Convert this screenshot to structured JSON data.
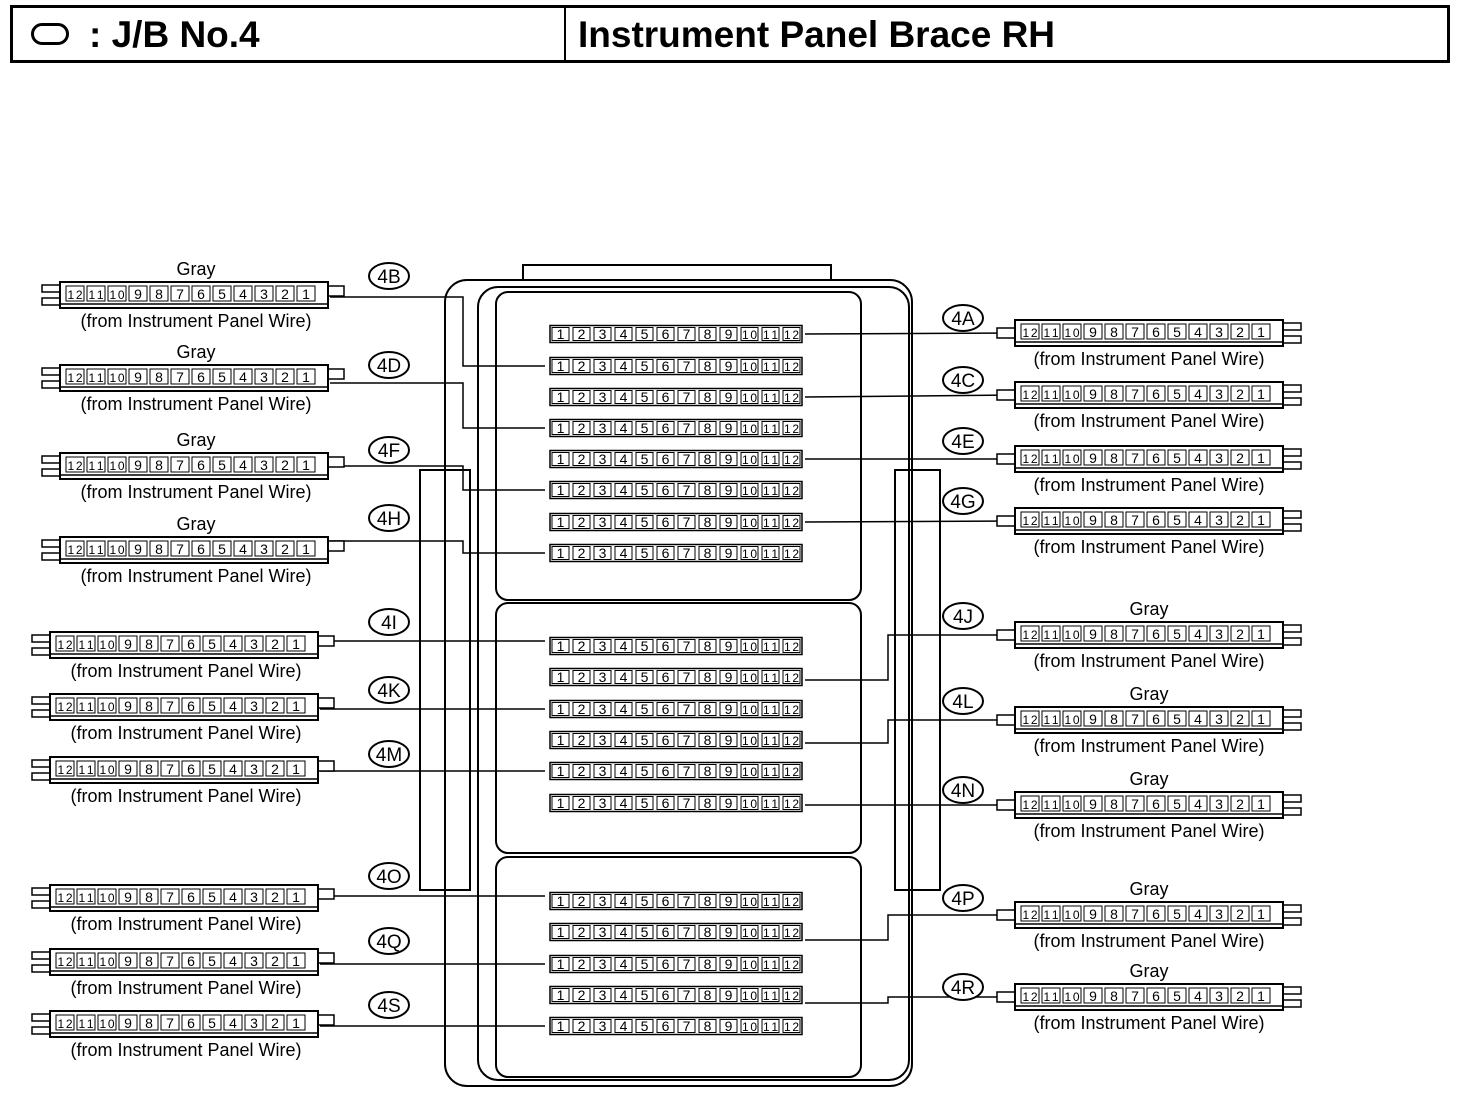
{
  "header": {
    "symbol_label": ": J/B No.4",
    "title": "Instrument Panel Brace RH"
  },
  "connectors": [
    {
      "id": "4A",
      "side": "right",
      "color_label": "",
      "note": "(from Instrument Panel Wire)",
      "pins": [
        "12",
        "11",
        "10",
        "9",
        "8",
        "7",
        "6",
        "5",
        "4",
        "3",
        "2",
        "1"
      ]
    },
    {
      "id": "4B",
      "side": "left",
      "color_label": "Gray",
      "note": "(from Instrument Panel Wire)",
      "pins": [
        "12",
        "11",
        "10",
        "9",
        "8",
        "7",
        "6",
        "5",
        "4",
        "3",
        "2",
        "1"
      ]
    },
    {
      "id": "4C",
      "side": "right",
      "color_label": "",
      "note": "(from Instrument Panel Wire)",
      "pins": [
        "12",
        "11",
        "10",
        "9",
        "8",
        "7",
        "6",
        "5",
        "4",
        "3",
        "2",
        "1"
      ]
    },
    {
      "id": "4D",
      "side": "left",
      "color_label": "Gray",
      "note": "(from Instrument Panel Wire)",
      "pins": [
        "12",
        "11",
        "10",
        "9",
        "8",
        "7",
        "6",
        "5",
        "4",
        "3",
        "2",
        "1"
      ]
    },
    {
      "id": "4E",
      "side": "right",
      "color_label": "",
      "note": "(from Instrument Panel Wire)",
      "pins": [
        "12",
        "11",
        "10",
        "9",
        "8",
        "7",
        "6",
        "5",
        "4",
        "3",
        "2",
        "1"
      ]
    },
    {
      "id": "4F",
      "side": "left",
      "color_label": "Gray",
      "note": "(from Instrument Panel Wire)",
      "pins": [
        "12",
        "11",
        "10",
        "9",
        "8",
        "7",
        "6",
        "5",
        "4",
        "3",
        "2",
        "1"
      ]
    },
    {
      "id": "4G",
      "side": "right",
      "color_label": "",
      "note": "(from Instrument Panel Wire)",
      "pins": [
        "12",
        "11",
        "10",
        "9",
        "8",
        "7",
        "6",
        "5",
        "4",
        "3",
        "2",
        "1"
      ]
    },
    {
      "id": "4H",
      "side": "left",
      "color_label": "Gray",
      "note": "(from Instrument Panel Wire)",
      "pins": [
        "12",
        "11",
        "10",
        "9",
        "8",
        "7",
        "6",
        "5",
        "4",
        "3",
        "2",
        "1"
      ]
    },
    {
      "id": "4I",
      "side": "left",
      "color_label": "",
      "note": "(from Instrument Panel Wire)",
      "pins": [
        "12",
        "11",
        "10",
        "9",
        "8",
        "7",
        "6",
        "5",
        "4",
        "3",
        "2",
        "1"
      ]
    },
    {
      "id": "4J",
      "side": "right",
      "color_label": "Gray",
      "note": "(from Instrument Panel Wire)",
      "pins": [
        "12",
        "11",
        "10",
        "9",
        "8",
        "7",
        "6",
        "5",
        "4",
        "3",
        "2",
        "1"
      ]
    },
    {
      "id": "4K",
      "side": "left",
      "color_label": "",
      "note": "(from Instrument Panel Wire)",
      "pins": [
        "12",
        "11",
        "10",
        "9",
        "8",
        "7",
        "6",
        "5",
        "4",
        "3",
        "2",
        "1"
      ]
    },
    {
      "id": "4L",
      "side": "right",
      "color_label": "Gray",
      "note": "(from Instrument Panel Wire)",
      "pins": [
        "12",
        "11",
        "10",
        "9",
        "8",
        "7",
        "6",
        "5",
        "4",
        "3",
        "2",
        "1"
      ]
    },
    {
      "id": "4M",
      "side": "left",
      "color_label": "",
      "note": "(from Instrument Panel Wire)",
      "pins": [
        "12",
        "11",
        "10",
        "9",
        "8",
        "7",
        "6",
        "5",
        "4",
        "3",
        "2",
        "1"
      ]
    },
    {
      "id": "4N",
      "side": "right",
      "color_label": "Gray",
      "note": "(from Instrument Panel Wire)",
      "pins": [
        "12",
        "11",
        "10",
        "9",
        "8",
        "7",
        "6",
        "5",
        "4",
        "3",
        "2",
        "1"
      ]
    },
    {
      "id": "4O",
      "side": "left",
      "color_label": "",
      "note": "(from Instrument Panel Wire)",
      "pins": [
        "12",
        "11",
        "10",
        "9",
        "8",
        "7",
        "6",
        "5",
        "4",
        "3",
        "2",
        "1"
      ]
    },
    {
      "id": "4P",
      "side": "right",
      "color_label": "Gray",
      "note": "(from Instrument Panel Wire)",
      "pins": [
        "12",
        "11",
        "10",
        "9",
        "8",
        "7",
        "6",
        "5",
        "4",
        "3",
        "2",
        "1"
      ]
    },
    {
      "id": "4Q",
      "side": "left",
      "color_label": "",
      "note": "(from Instrument Panel Wire)",
      "pins": [
        "12",
        "11",
        "10",
        "9",
        "8",
        "7",
        "6",
        "5",
        "4",
        "3",
        "2",
        "1"
      ]
    },
    {
      "id": "4R",
      "side": "right",
      "color_label": "Gray",
      "note": "(from Instrument Panel Wire)",
      "pins": [
        "12",
        "11",
        "10",
        "9",
        "8",
        "7",
        "6",
        "5",
        "4",
        "3",
        "2",
        "1"
      ]
    },
    {
      "id": "4S",
      "side": "left",
      "color_label": "",
      "note": "(from Instrument Panel Wire)",
      "pins": [
        "12",
        "11",
        "10",
        "9",
        "8",
        "7",
        "6",
        "5",
        "4",
        "3",
        "2",
        "1"
      ]
    }
  ],
  "junction_block": {
    "socket_rows": [
      {
        "pins": [
          "1",
          "2",
          "3",
          "4",
          "5",
          "6",
          "7",
          "8",
          "9",
          "10",
          "11",
          "12"
        ]
      },
      {
        "pins": [
          "1",
          "2",
          "3",
          "4",
          "5",
          "6",
          "7",
          "8",
          "9",
          "10",
          "11",
          "12"
        ]
      },
      {
        "pins": [
          "1",
          "2",
          "3",
          "4",
          "5",
          "6",
          "7",
          "8",
          "9",
          "10",
          "11",
          "12"
        ]
      },
      {
        "pins": [
          "1",
          "2",
          "3",
          "4",
          "5",
          "6",
          "7",
          "8",
          "9",
          "10",
          "11",
          "12"
        ]
      },
      {
        "pins": [
          "1",
          "2",
          "3",
          "4",
          "5",
          "6",
          "7",
          "8",
          "9",
          "10",
          "11",
          "12"
        ]
      },
      {
        "pins": [
          "1",
          "2",
          "3",
          "4",
          "5",
          "6",
          "7",
          "8",
          "9",
          "10",
          "11",
          "12"
        ]
      },
      {
        "pins": [
          "1",
          "2",
          "3",
          "4",
          "5",
          "6",
          "7",
          "8",
          "9",
          "10",
          "11",
          "12"
        ]
      },
      {
        "pins": [
          "1",
          "2",
          "3",
          "4",
          "5",
          "6",
          "7",
          "8",
          "9",
          "10",
          "11",
          "12"
        ]
      },
      {
        "pins": [
          "1",
          "2",
          "3",
          "4",
          "5",
          "6",
          "7",
          "8",
          "9",
          "10",
          "11",
          "12"
        ]
      },
      {
        "pins": [
          "1",
          "2",
          "3",
          "4",
          "5",
          "6",
          "7",
          "8",
          "9",
          "10",
          "11",
          "12"
        ]
      },
      {
        "pins": [
          "1",
          "2",
          "3",
          "4",
          "5",
          "6",
          "7",
          "8",
          "9",
          "10",
          "11",
          "12"
        ]
      },
      {
        "pins": [
          "1",
          "2",
          "3",
          "4",
          "5",
          "6",
          "7",
          "8",
          "9",
          "10",
          "11",
          "12"
        ]
      },
      {
        "pins": [
          "1",
          "2",
          "3",
          "4",
          "5",
          "6",
          "7",
          "8",
          "9",
          "10",
          "11",
          "12"
        ]
      },
      {
        "pins": [
          "1",
          "2",
          "3",
          "4",
          "5",
          "6",
          "7",
          "8",
          "9",
          "10",
          "11",
          "12"
        ]
      },
      {
        "pins": [
          "1",
          "2",
          "3",
          "4",
          "5",
          "6",
          "7",
          "8",
          "9",
          "10",
          "11",
          "12"
        ]
      },
      {
        "pins": [
          "1",
          "2",
          "3",
          "4",
          "5",
          "6",
          "7",
          "8",
          "9",
          "10",
          "11",
          "12"
        ]
      },
      {
        "pins": [
          "1",
          "2",
          "3",
          "4",
          "5",
          "6",
          "7",
          "8",
          "9",
          "10",
          "11",
          "12"
        ]
      },
      {
        "pins": [
          "1",
          "2",
          "3",
          "4",
          "5",
          "6",
          "7",
          "8",
          "9",
          "10",
          "11",
          "12"
        ]
      },
      {
        "pins": [
          "1",
          "2",
          "3",
          "4",
          "5",
          "6",
          "7",
          "8",
          "9",
          "10",
          "11",
          "12"
        ]
      }
    ]
  }
}
